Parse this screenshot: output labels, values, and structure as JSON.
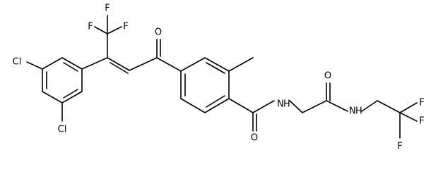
{
  "atom_labels": {
    "chlorine_top": "Cl",
    "chlorine_bottom": "Cl",
    "fluorine_cf3_top": "F",
    "fluorine_cf3_left": "F",
    "fluorine_cf3_right": "F",
    "ketone_oxygen": "O",
    "amide_oxygen": "O",
    "amide_nh": "N",
    "amide_nh_h": "H",
    "glycine_oxygen": "O",
    "glycine_nh": "N",
    "glycine_nh_h": "H",
    "fluorine_tail_1": "F",
    "fluorine_tail_2": "F",
    "fluorine_tail_3": "F"
  },
  "colors": {
    "bond": "#000000",
    "label": "#000000",
    "background": "#ffffff"
  }
}
